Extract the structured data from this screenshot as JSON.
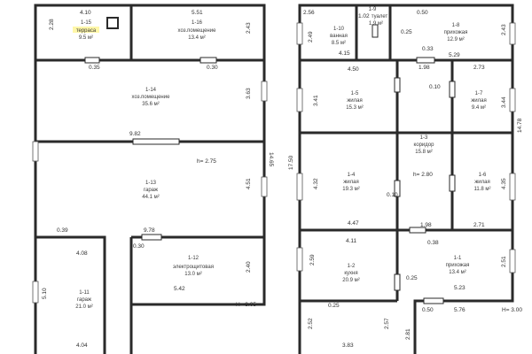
{
  "left_plan": {
    "rooms": [
      {
        "id": "1-15",
        "name": "терраса",
        "area": "9.5 м²"
      },
      {
        "id": "1-16",
        "name": "хоз.помещение",
        "area": "13.4 м²"
      },
      {
        "id": "1-14",
        "name": "хоз.помещение",
        "area": "35.6 м²"
      },
      {
        "id": "1-13",
        "name": "гараж",
        "area": "44.1 м²"
      },
      {
        "id": "1-12",
        "name": "электрощитовая",
        "area": "13.0 м²"
      },
      {
        "id": "1-11",
        "name": "гараж",
        "area": "21.0 м²"
      }
    ],
    "dims": {
      "top_a": "4.10",
      "top_b": "5.51",
      "d228": "2.28",
      "d243": "2.43",
      "d035": "0.35",
      "d030a": "0.30",
      "d363": "3.63",
      "d982": "9.82",
      "h275": "h= 2.75",
      "d451": "4.51",
      "d039": "0.39",
      "d978": "9.78",
      "d408": "4.08",
      "d030b": "0.30",
      "d240": "2.40",
      "d542": "5.42",
      "d510": "5.10",
      "d404": "4.04",
      "h305": "H= 3.05"
    }
  },
  "right_plan": {
    "rooms": [
      {
        "id": "1-10",
        "name": "ванная",
        "area": "8.5 м²"
      },
      {
        "id": "1-9",
        "name": "туалет",
        "area": "1.9 м²"
      },
      {
        "id": "1-8",
        "name": "прихожая",
        "area": "12.9 м²"
      },
      {
        "id": "1-5",
        "name": "жилая",
        "area": "15.3 м²"
      },
      {
        "id": "1-7",
        "name": "жилая",
        "area": "9.4 м²"
      },
      {
        "id": "1-3",
        "name": "коридор",
        "area": "15.8 м²"
      },
      {
        "id": "1-4",
        "name": "жилая",
        "area": "19.3 м²"
      },
      {
        "id": "1-6",
        "name": "жилая",
        "area": "11.8 м²"
      },
      {
        "id": "1-2",
        "name": "кухня",
        "area": "20.9 м²"
      },
      {
        "id": "1-1",
        "name": "прихожая",
        "area": "13.4 м²"
      }
    ],
    "dims": {
      "d256": "2.56",
      "d102": "1.02",
      "d050a": "0.50",
      "d249": "2.49",
      "d025a": "0.25",
      "d243": "2.43",
      "d415": "4.15",
      "d033": "0.33",
      "d529": "5.29",
      "d450": "4.50",
      "d198a": "1.98",
      "d273": "2.73",
      "d010a": "0.10",
      "d341": "3.41",
      "d344": "3.44",
      "d1750": "17.50",
      "h280": "h= 2.80",
      "d432": "4.32",
      "d010b": "0.10",
      "d435": "4.35",
      "d447": "4.47",
      "d198b": "1.98",
      "d271": "2.71",
      "d411": "4.11",
      "d038": "0.38",
      "d259": "2.59",
      "d025b": "0.25",
      "d251": "2.51",
      "d523": "5.23",
      "d025c": "0.25",
      "d050b": "0.50",
      "d576": "5.76",
      "d252": "2.52",
      "d257": "2.57",
      "d281": "2.81",
      "d383": "3.83",
      "d1478": "14.78",
      "h300": "H= 3.00"
    }
  },
  "center": {
    "d1465": "14.65"
  }
}
